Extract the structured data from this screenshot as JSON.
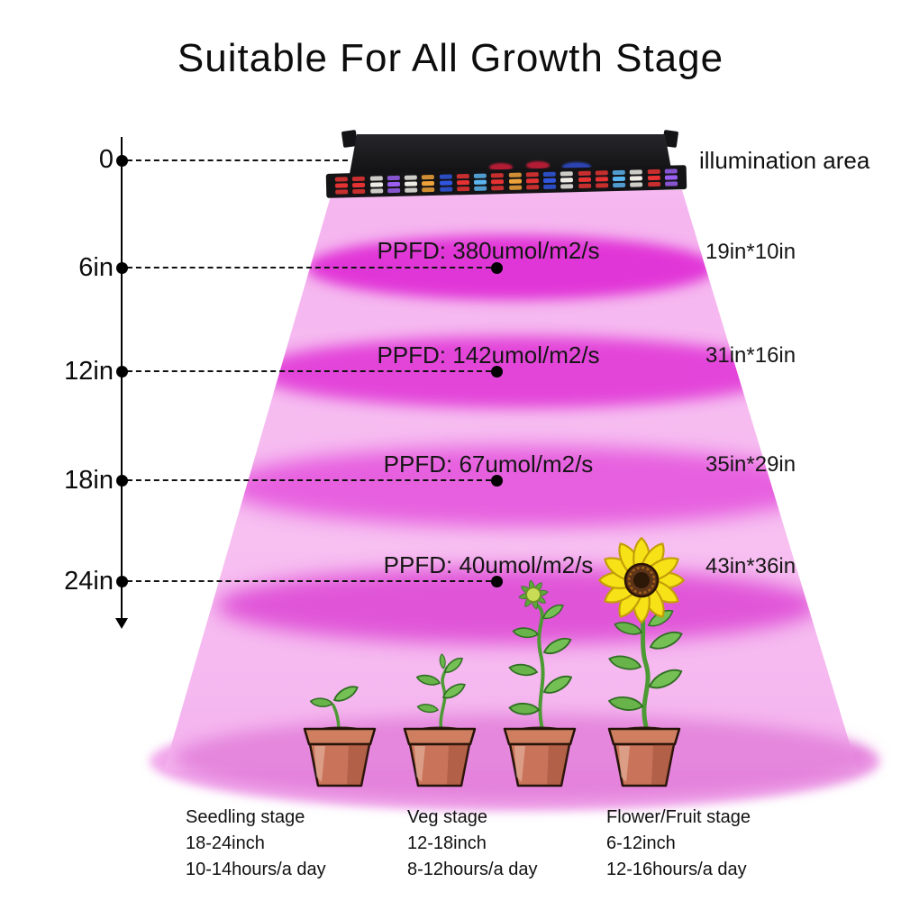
{
  "title": "Suitable For All Growth Stage",
  "illumination_label": "illumination area",
  "axis": {
    "labels": [
      "0",
      "6in",
      "12in",
      "18in",
      "24in"
    ]
  },
  "levels": [
    {
      "depth": "6in",
      "ppfd": "PPFD:  380umol/m2/s",
      "area": "19in*10in"
    },
    {
      "depth": "12in",
      "ppfd": "PPFD:  142umol/m2/s",
      "area": "31in*16in"
    },
    {
      "depth": "18in",
      "ppfd": "PPFD:  67umol/m2/s",
      "area": "35in*29in"
    },
    {
      "depth": "24in",
      "ppfd": "PPFD:  40umol/m2/s",
      "area": "43in*36in"
    }
  ],
  "stages": [
    {
      "name": "Seedling stage",
      "height": "18-24inch",
      "hours": "10-14hours/a day"
    },
    {
      "name": "Veg stage",
      "height": "12-18inch",
      "hours": "8-12hours/a day"
    },
    {
      "name": "Flower/Fruit stage",
      "height": "6-12inch",
      "hours": "12-16hours/a day"
    }
  ],
  "led_panel": {
    "palette": {
      "red": "#e63232",
      "white": "#efece6",
      "purple": "#9a5ff0",
      "amber": "#f0a23a",
      "blue": "#3056e0",
      "cyan": "#5ab4f0"
    },
    "columns": [
      "red",
      "red",
      "white",
      "purple",
      "white",
      "amber",
      "blue",
      "red",
      "cyan",
      "red",
      "amber",
      "red",
      "blue",
      "white",
      "red",
      "red",
      "cyan",
      "white",
      "red",
      "purple"
    ]
  },
  "colors": {
    "beam_pink": "#f5b8ef",
    "band_magenta": "#e136d7",
    "floor_shadow": "#d75fcd",
    "pot_terracotta": "#c9755a",
    "leaf_green": "#68b44a",
    "sunflower_yellow": "#f6e216",
    "text": "#111111"
  }
}
